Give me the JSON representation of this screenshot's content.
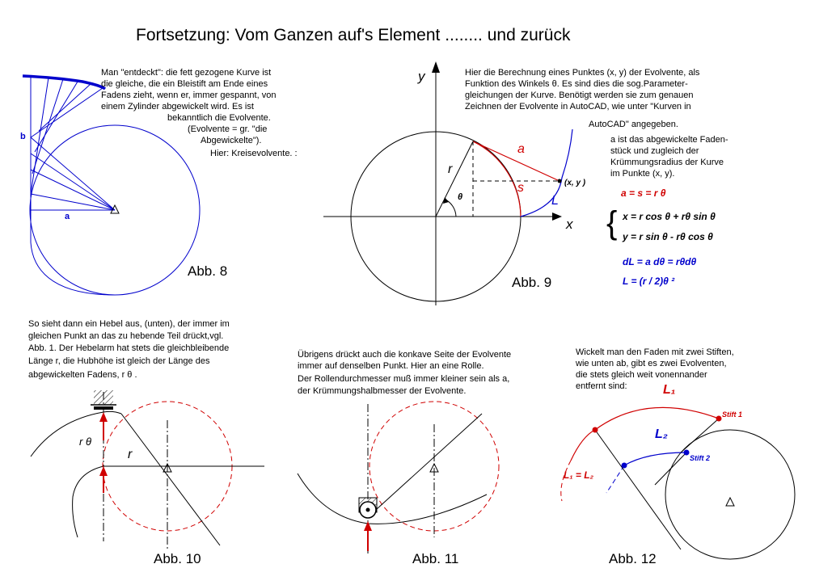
{
  "title": "Fortsetzung:  Vom Ganzen auf's Element ........ und zurück",
  "fig8": {
    "caption": "Abb. 8",
    "label_a": "a",
    "label_b": "b",
    "text": [
      "Man \"entdeckt\": die fett gezogene Kurve ist",
      "die gleiche, die ein Bleistift am Ende eines",
      "Fadens zieht, wenn er, immer gespannt, von",
      "einem Zylinder abgewickelt wird. Es ist",
      "bekanntlich die Evolvente.",
      "(Evolvente = gr. \"die",
      "Abgewickelte\").",
      "Hier: Kreisevolvente. :"
    ]
  },
  "fig9": {
    "caption": "Abb. 9",
    "axis_x": "x",
    "axis_y": "y",
    "label_r": "r",
    "label_theta": "θ",
    "label_a": "a",
    "label_s": "s",
    "label_L": "L",
    "label_point": "(x, y )",
    "text": [
      "Hier die Berechnung eines Punktes (x, y) der Evolvente, als",
      "Funktion des Winkels θ. Es sind dies die sog.Parameter-",
      "gleichungen der Kurve. Benötigt werden sie zum genauen",
      "Zeichnen der Evolvente in AutoCAD, wie unter \"Kurven in",
      "AutoCAD\" angegeben.",
      "a ist das abgewickelte Faden-",
      "stück und zugleich der",
      "Krümmungsradius der Kurve",
      "im  Punkte (x, y)."
    ],
    "eq1": "a  =  s  =  r θ",
    "eq2": "x  =  r cos θ  + rθ sin θ",
    "eq3": "y  =  r sin θ  -  rθ cos θ",
    "eq4": "dL  =  a dθ  =  rθdθ",
    "eq5": "L  =  (r / 2)θ ²",
    "brace": "{"
  },
  "fig10": {
    "caption": "Abb. 10",
    "label_rtheta": "r θ",
    "label_r": "r",
    "text": [
      "So sieht dann ein Hebel aus, (unten), der immer im",
      "gleichen Punkt an das zu hebende Teil drückt,vgl.",
      "Abb. 1. Der Hebelarm hat  stets die gleichbleibende",
      "Länge r, die Hubhöhe ist gleich der Länge des",
      "abgewickelten Fadens, r θ ."
    ]
  },
  "fig11": {
    "caption": "Abb. 11",
    "text": [
      "Übrigens drückt auch die konkave Seite der Evolvente",
      "immer auf denselben Punkt. Hier an eine Rolle.",
      "Der Rollendurchmesser muß immer kleiner sein als  a,",
      "der Krümmungshalbmesser der Evolvente."
    ]
  },
  "fig12": {
    "caption": "Abb. 12",
    "label_L1": "L₁",
    "label_L2": "L₂",
    "label_eq": "L₁ = L₂",
    "label_stift1": "Stift 1",
    "label_stift2": "Stift 2",
    "text": [
      "Wickelt man den Faden mit zwei Stiften,",
      "wie unten ab, gibt es zwei Evolventen,",
      "die stets gleich weit vonennander",
      "entfernt sind:"
    ]
  },
  "colors": {
    "red": "#d00000",
    "blue": "#0000cc",
    "black": "#000000"
  }
}
